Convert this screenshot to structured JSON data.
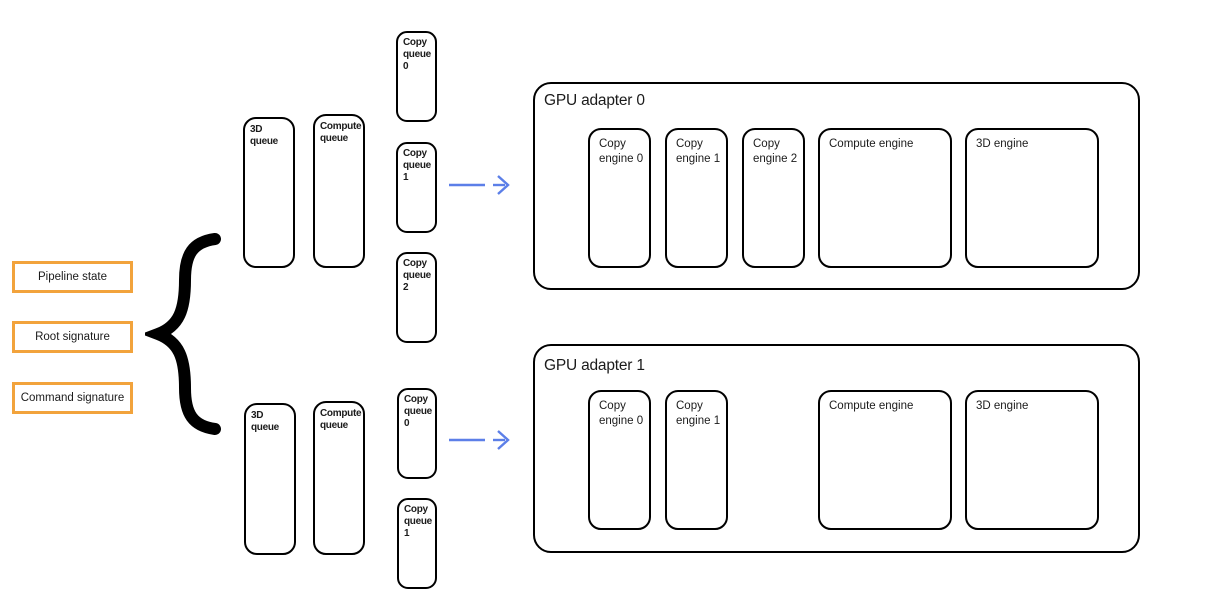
{
  "palette": {
    "orange": "#F2A33C",
    "blue": "#5C7FE8",
    "line": "#000000"
  },
  "state_boxes": {
    "pipeline": "Pipeline state",
    "root": "Root signature",
    "command": "Command signature"
  },
  "queues": {
    "top": {
      "d3": "3D queue",
      "compute": "Compute queue",
      "copy0": "Copy queue 0",
      "copy1": "Copy queue 1",
      "copy2": "Copy queue 2"
    },
    "bottom": {
      "d3": "3D queue",
      "compute": "Compute queue",
      "copy0": "Copy queue 0",
      "copy1": "Copy queue 1"
    }
  },
  "adapters": {
    "a0": {
      "title": "GPU adapter 0",
      "copy0": "Copy engine 0",
      "copy1": "Copy engine 1",
      "copy2": "Copy engine 2",
      "compute": "Compute engine",
      "d3": "3D engine"
    },
    "a1": {
      "title": "GPU adapter 1",
      "copy0": "Copy engine 0",
      "copy1": "Copy engine 1",
      "compute": "Compute engine",
      "d3": "3D engine"
    }
  }
}
